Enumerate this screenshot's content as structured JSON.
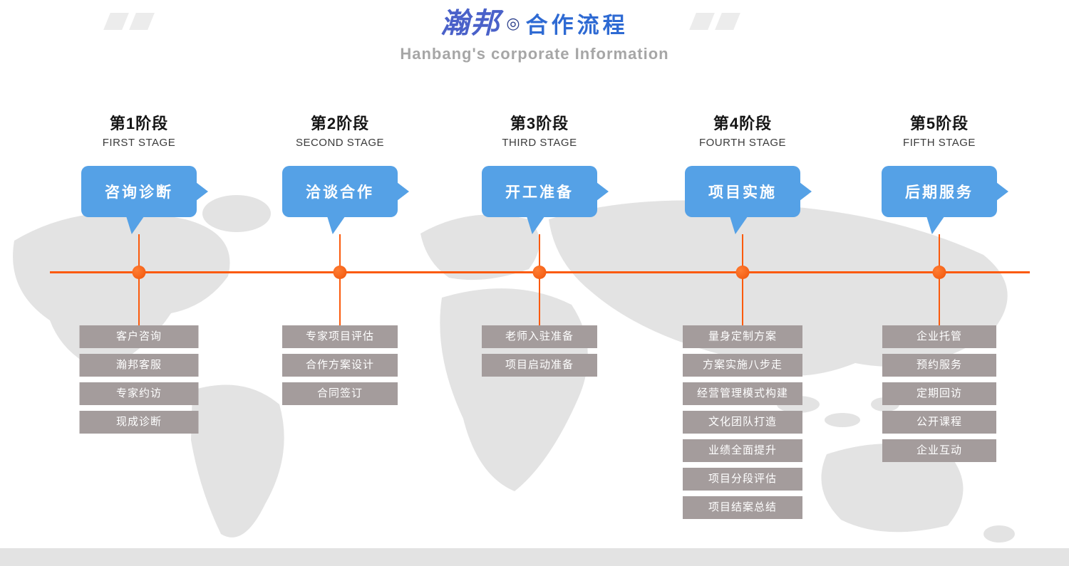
{
  "header": {
    "logo": "瀚邦",
    "logo_mark": "◎",
    "title": "合作流程",
    "subtitle": "Hanbang's corporate Information"
  },
  "colors": {
    "bubble_blue": "#55a1e6",
    "timeline_orange": "#fb5a0c",
    "box_gray": "#a49c9c",
    "title_blue": "#2e6ad3",
    "logo_blue": "#4a61c9",
    "subtitle_gray": "#a6a6a6",
    "map_gray": "#e3e3e3"
  },
  "stages": [
    {
      "label_zh": "第1阶段",
      "label_en": "FIRST STAGE",
      "bubble": "咨询诊断",
      "items": [
        "客户咨询",
        "瀚邦客服",
        "专家约访",
        "现成诊断"
      ]
    },
    {
      "label_zh": "第2阶段",
      "label_en": "SECOND STAGE",
      "bubble": "洽谈合作",
      "items": [
        "专家项目评估",
        "合作方案设计",
        "合同签订"
      ]
    },
    {
      "label_zh": "第3阶段",
      "label_en": "THIRD STAGE",
      "bubble": "开工准备",
      "items": [
        "老师入驻准备",
        "项目启动准备"
      ]
    },
    {
      "label_zh": "第4阶段",
      "label_en": "FOURTH STAGE",
      "bubble": "项目实施",
      "items": [
        "量身定制方案",
        "方案实施八步走",
        "经营管理模式构建",
        "文化团队打造",
        "业绩全面提升",
        "项目分段评估",
        "项目结案总结"
      ]
    },
    {
      "label_zh": "第5阶段",
      "label_en": "FIFTH STAGE",
      "bubble": "后期服务",
      "items": [
        "企业托管",
        "预约服务",
        "定期回访",
        "公开课程",
        "企业互动"
      ]
    }
  ]
}
